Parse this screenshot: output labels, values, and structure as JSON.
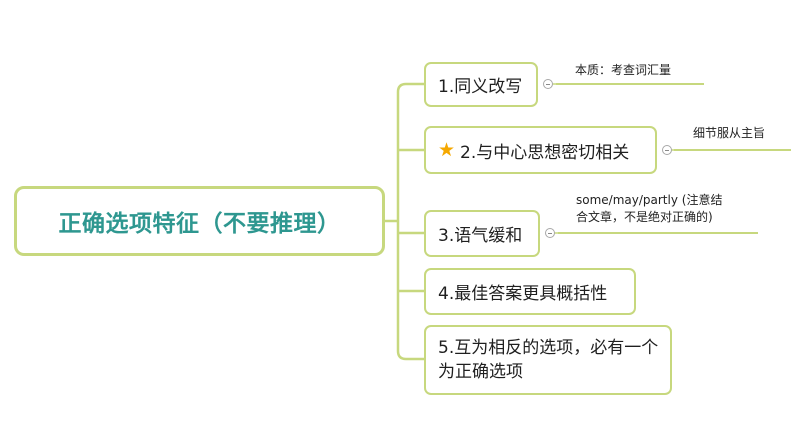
{
  "root": {
    "label": "正确选项特征（不要推理）"
  },
  "branches": [
    {
      "label": "1.同义改写",
      "note": "本质：考查词汇量"
    },
    {
      "label": "2.与中心思想密切相关",
      "icon": "star-icon",
      "note": "细节服从主旨"
    },
    {
      "label": "3.语气缓和",
      "note_lines": [
        "some/may/partly (注意结",
        "合文章，不是绝对正确的)"
      ]
    },
    {
      "label": "4.最佳答案更具概括性"
    },
    {
      "label": "5.互为相反的选项，必有一个为正确选项"
    }
  ],
  "colors": {
    "root_text": "#2e9790",
    "border": "#c7d87e",
    "star": "#f5a800"
  }
}
